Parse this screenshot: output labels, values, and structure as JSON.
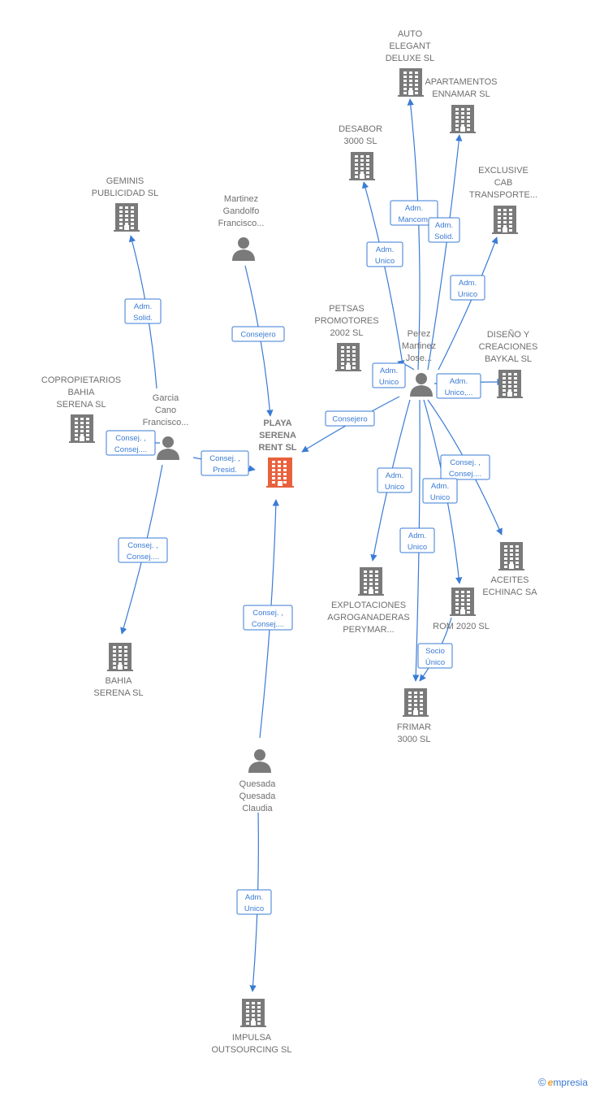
{
  "colors": {
    "edge": "#3a7bd5",
    "icon": "#7a7a7a",
    "main_icon": "#e8613c",
    "label": "#6f6f6f"
  },
  "brand": {
    "copyright": "©",
    "initial": "e",
    "name": "mpresia"
  },
  "nodes": [
    {
      "id": "auto",
      "type": "company",
      "icon": "building-icon",
      "label": [
        "AUTO",
        "ELEGANT",
        "DELUXE  SL"
      ]
    },
    {
      "id": "apart",
      "type": "company",
      "icon": "building-icon",
      "label": [
        "APARTAMENTOS",
        "ENNAMAR SL"
      ]
    },
    {
      "id": "desabor",
      "type": "company",
      "icon": "building-icon",
      "label": [
        "DESABOR",
        "3000 SL"
      ]
    },
    {
      "id": "exclusive",
      "type": "company",
      "icon": "building-icon",
      "label": [
        "EXCLUSIVE",
        "CAB",
        "TRANSPORTE..."
      ]
    },
    {
      "id": "geminis",
      "type": "company",
      "icon": "building-icon",
      "label": [
        "GEMINIS",
        "PUBLICIDAD SL"
      ]
    },
    {
      "id": "martinez",
      "type": "person",
      "icon": "person-icon",
      "label": [
        "Martinez",
        "Gandolfo",
        "Francisco..."
      ]
    },
    {
      "id": "petsas",
      "type": "company",
      "icon": "building-icon",
      "label": [
        "PETSAS",
        "PROMOTORES",
        "2002 SL"
      ]
    },
    {
      "id": "perez",
      "type": "person",
      "icon": "person-icon",
      "label": [
        "Perez",
        "Martinez",
        "Jose..."
      ]
    },
    {
      "id": "diseno",
      "type": "company",
      "icon": "building-icon",
      "label": [
        "DISEÑO Y",
        "CREACIONES",
        "BAYKAL  SL"
      ]
    },
    {
      "id": "copro",
      "type": "company",
      "icon": "building-icon",
      "label": [
        "COPROPIETARIOS",
        "BAHIA",
        "SERENA SL"
      ]
    },
    {
      "id": "garcia",
      "type": "person",
      "icon": "person-icon",
      "label": [
        "Garcia",
        "Cano",
        "Francisco..."
      ]
    },
    {
      "id": "playa",
      "type": "main",
      "icon": "building-icon",
      "label": [
        "PLAYA",
        "SERENA",
        "RENT  SL"
      ]
    },
    {
      "id": "explot",
      "type": "company",
      "icon": "building-icon",
      "label": [
        "EXPLOTACIONES",
        "AGROGANADERAS",
        "PERYMAR..."
      ]
    },
    {
      "id": "aceites",
      "type": "company",
      "icon": "building-icon",
      "label": [
        "ACEITES",
        "ECHINAC SA"
      ]
    },
    {
      "id": "rom",
      "type": "company",
      "icon": "building-icon",
      "label": [
        "ROM 2020 SL"
      ]
    },
    {
      "id": "bahia",
      "type": "company",
      "icon": "building-icon",
      "label": [
        "BAHIA",
        "SERENA SL"
      ]
    },
    {
      "id": "frimar",
      "type": "company",
      "icon": "building-icon",
      "label": [
        "FRIMAR",
        "3000 SL"
      ]
    },
    {
      "id": "quesada",
      "type": "person",
      "icon": "person-icon",
      "label": [
        "Quesada",
        "Quesada",
        "Claudia"
      ]
    },
    {
      "id": "impulsa",
      "type": "company",
      "icon": "building-icon",
      "label": [
        "IMPULSA",
        "OUTSOURCING SL"
      ]
    }
  ],
  "edges": [
    {
      "from": "perez",
      "to": "auto",
      "label": [
        "Adm.",
        "Mancom."
      ]
    },
    {
      "from": "perez",
      "to": "apart",
      "label": [
        "Adm.",
        "Solid."
      ]
    },
    {
      "from": "perez",
      "to": "desabor",
      "label": [
        "Adm.",
        "Unico"
      ]
    },
    {
      "from": "perez",
      "to": "exclusive",
      "label": [
        "Adm.",
        "Unico"
      ]
    },
    {
      "from": "perez",
      "to": "diseno",
      "label": [
        "Adm.",
        "Unico,..."
      ]
    },
    {
      "from": "perez",
      "to": "petsas",
      "label": [
        "Adm.",
        "Unico"
      ]
    },
    {
      "from": "perez",
      "to": "playa",
      "label": [
        "Consejero"
      ]
    },
    {
      "from": "perez",
      "to": "explot",
      "label": [
        "Adm.",
        "Unico"
      ]
    },
    {
      "from": "perez",
      "to": "aceites",
      "label": [
        "Consej. ,",
        "Consej...."
      ]
    },
    {
      "from": "perez",
      "to": "rom",
      "label": [
        "Adm.",
        "Unico"
      ]
    },
    {
      "from": "perez",
      "to": "frimar",
      "label": [
        "Adm.",
        "Unico"
      ]
    },
    {
      "from": "rom",
      "to": "frimar",
      "label": [
        "Socio",
        "Único"
      ]
    },
    {
      "from": "garcia",
      "to": "geminis",
      "label": [
        "Adm.",
        "Solid."
      ]
    },
    {
      "from": "garcia",
      "to": "copro",
      "label": [
        "Consej. ,",
        "Consej...."
      ]
    },
    {
      "from": "garcia",
      "to": "playa",
      "label": [
        "Consej. ,",
        "Presid."
      ]
    },
    {
      "from": "garcia",
      "to": "bahia",
      "label": [
        "Consej. ,",
        "Consej...."
      ]
    },
    {
      "from": "martinez",
      "to": "playa",
      "label": [
        "Consejero"
      ]
    },
    {
      "from": "quesada",
      "to": "playa",
      "label": [
        "Consej. ,",
        "Consej...."
      ]
    },
    {
      "from": "quesada",
      "to": "impulsa",
      "label": [
        "Adm.",
        "Unico"
      ]
    }
  ]
}
